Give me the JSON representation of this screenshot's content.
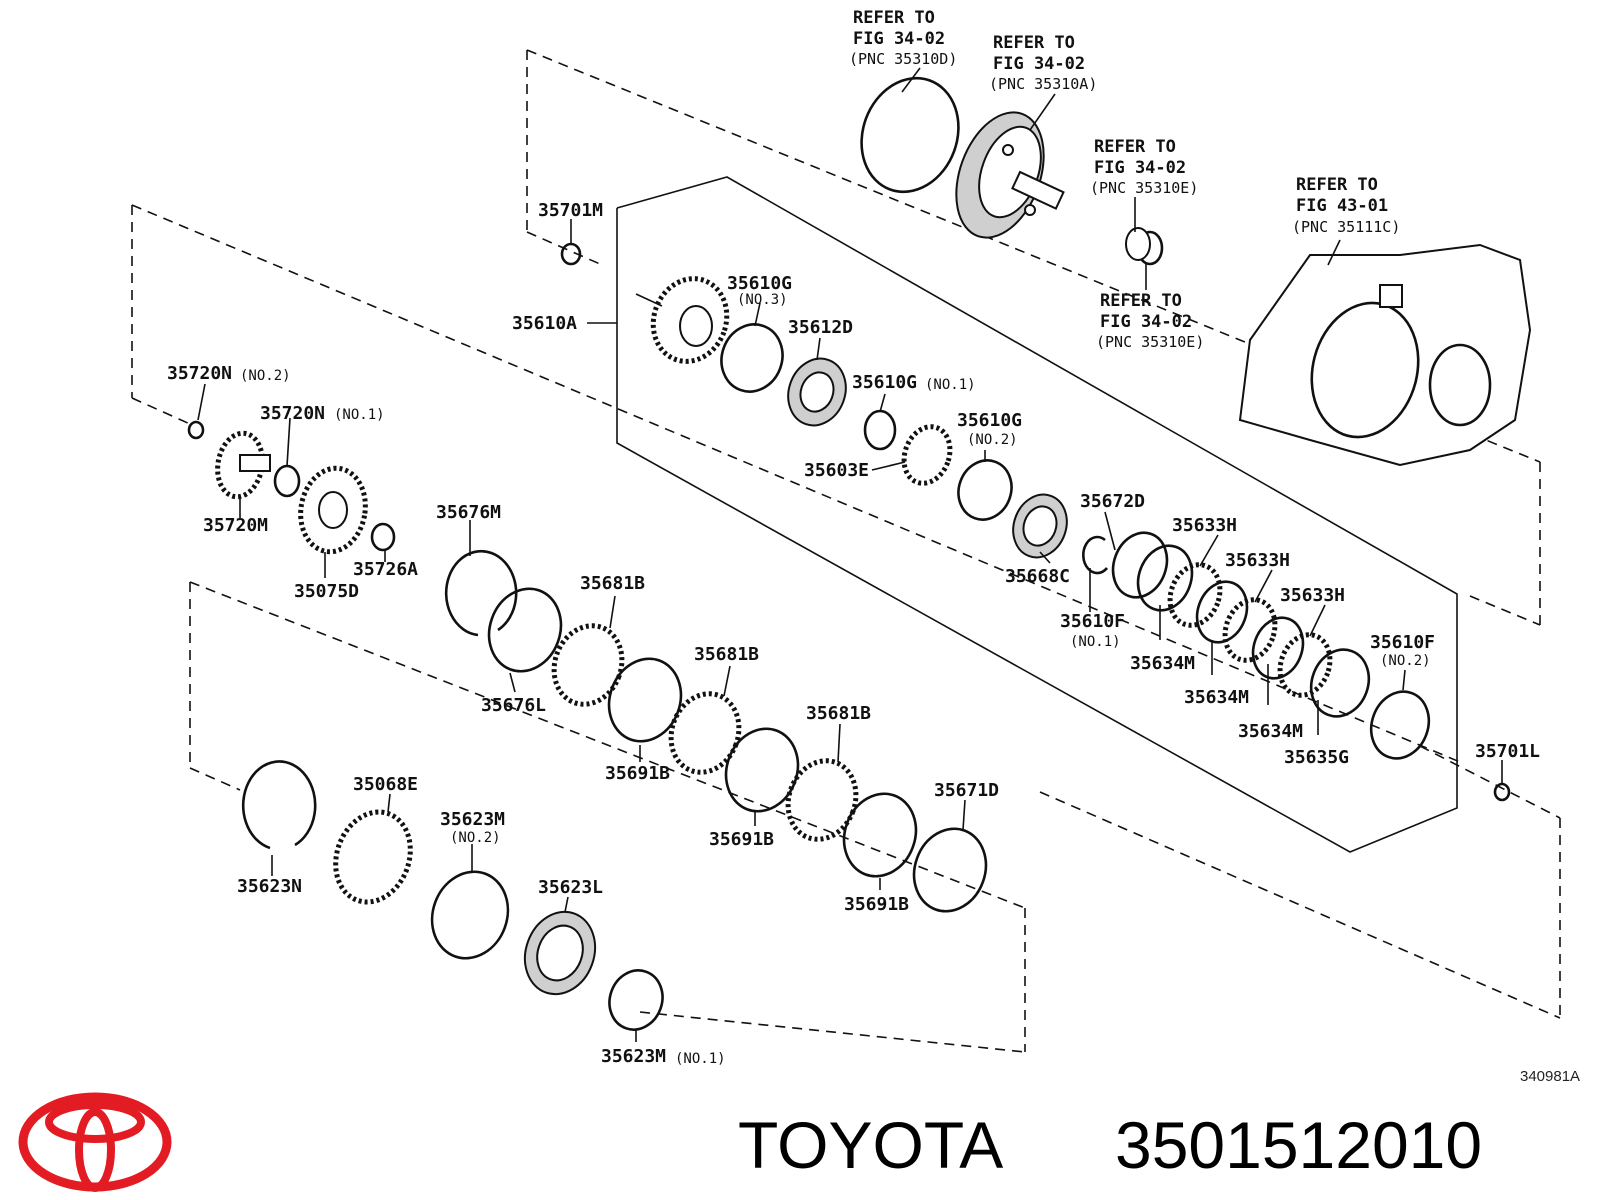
{
  "brand": {
    "name": "TOYOTA",
    "part_number": "3501512010",
    "logo_color": "#e31b23"
  },
  "figure_id": "340981A",
  "references": [
    {
      "line1": "REFER TO",
      "line2": "FIG 34-02",
      "line3": "(PNC 35310D)"
    },
    {
      "line1": "REFER TO",
      "line2": "FIG 34-02",
      "line3": "(PNC 35310A)"
    },
    {
      "line1": "REFER TO",
      "line2": "FIG 34-02",
      "line3": "(PNC 35310E)"
    },
    {
      "line1": "REFER TO",
      "line2": "FIG 43-01",
      "line3": "(PNC 35111C)"
    },
    {
      "line1": "REFER TO",
      "line2": "FIG 34-02",
      "line3": "(PNC 35310E)"
    }
  ],
  "parts": [
    {
      "code": "35701M",
      "note": ""
    },
    {
      "code": "35610A",
      "note": ""
    },
    {
      "code": "35610G",
      "note": "(NO.3)"
    },
    {
      "code": "35612D",
      "note": ""
    },
    {
      "code": "35610G",
      "note": "(NO.1)"
    },
    {
      "code": "35610G",
      "note": "(NO.2)"
    },
    {
      "code": "35603E",
      "note": ""
    },
    {
      "code": "35720N",
      "note": "(NO.2)"
    },
    {
      "code": "35720N",
      "note": "(NO.1)"
    },
    {
      "code": "35720M",
      "note": ""
    },
    {
      "code": "35075D",
      "note": ""
    },
    {
      "code": "35726A",
      "note": ""
    },
    {
      "code": "35676M",
      "note": ""
    },
    {
      "code": "35681B",
      "note": ""
    },
    {
      "code": "35676L",
      "note": ""
    },
    {
      "code": "35681B",
      "note": ""
    },
    {
      "code": "35691B",
      "note": ""
    },
    {
      "code": "35681B",
      "note": ""
    },
    {
      "code": "35691B",
      "note": ""
    },
    {
      "code": "35671D",
      "note": ""
    },
    {
      "code": "35691B",
      "note": ""
    },
    {
      "code": "35068E",
      "note": ""
    },
    {
      "code": "35623M",
      "note": "(NO.2)"
    },
    {
      "code": "35623N",
      "note": ""
    },
    {
      "code": "35623L",
      "note": ""
    },
    {
      "code": "35623M",
      "note": "(NO.1)"
    },
    {
      "code": "35672D",
      "note": ""
    },
    {
      "code": "35633H",
      "note": ""
    },
    {
      "code": "35633H",
      "note": ""
    },
    {
      "code": "35633H",
      "note": ""
    },
    {
      "code": "35668C",
      "note": ""
    },
    {
      "code": "35610F",
      "note": "(NO.1)"
    },
    {
      "code": "35634M",
      "note": ""
    },
    {
      "code": "35634M",
      "note": ""
    },
    {
      "code": "35634M",
      "note": ""
    },
    {
      "code": "35635G",
      "note": ""
    },
    {
      "code": "35610F",
      "note": "(NO.2)"
    },
    {
      "code": "35701L",
      "note": ""
    }
  ]
}
